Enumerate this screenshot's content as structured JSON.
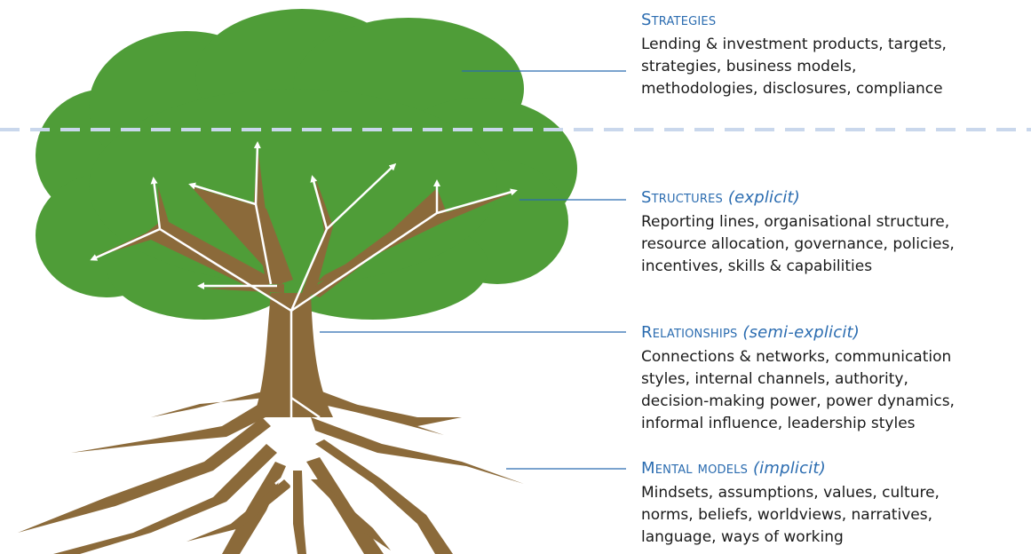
{
  "colors": {
    "canopy": "#4f9d38",
    "trunk": "#8b6a3a",
    "line": "#ffffff",
    "accent": "#2b6cb0",
    "divider": "#c9d7ec",
    "text": "#1a1a1a"
  },
  "layers": [
    {
      "title": "Strategies",
      "tag": "",
      "body": [
        "Lending & investment products, targets,",
        "strategies, business models,",
        "methodologies, disclosures, compliance"
      ]
    },
    {
      "title": "Structures",
      "tag": "(explicit)",
      "body": [
        "Reporting lines, organisational structure,",
        "resource allocation, governance, policies,",
        "incentives, skills & capabilities"
      ]
    },
    {
      "title": "Relationships",
      "tag": "(semi-explicit)",
      "body": [
        "Connections & networks, communication",
        "styles, internal channels, authority,",
        "decision-making power, power dynamics,",
        "informal influence, leadership styles"
      ]
    },
    {
      "title": "Mental models",
      "tag": "(implicit)",
      "body": [
        "Mindsets, assumptions, values, culture,",
        "norms, beliefs, worldviews, narratives,",
        "language, ways of working"
      ]
    }
  ]
}
